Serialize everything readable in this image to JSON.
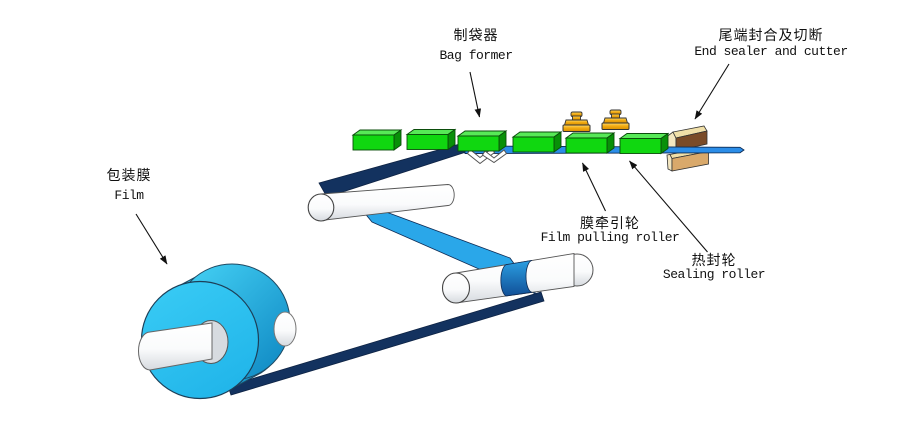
{
  "diagram": {
    "type": "pillow-packaging-machine-schematic",
    "labels": {
      "film": {
        "zh": "包装膜",
        "en": "Film"
      },
      "bag_former": {
        "zh": "制袋器",
        "en": "Bag former"
      },
      "film_pulling_roller": {
        "zh": "膜牵引轮",
        "en": "Film pulling roller"
      },
      "sealing_roller": {
        "zh": "热封轮",
        "en": "Sealing roller"
      },
      "end_sealer": {
        "zh": "尾端封合及切断",
        "en": "End sealer and cutter"
      }
    },
    "palette": {
      "film_roll_face": "#2EC3F2",
      "film_roll_side": "#0C84C0",
      "film_web_dark": "#13325F",
      "film_web_light": "#2AA7E9",
      "film_web_flat": "#2B8DE8",
      "roller_green": "#10D710",
      "roller_green_light": "#57E957",
      "roller_green_dark": "#089008",
      "presser_gold": "#F0A80A",
      "sealer_tan": "#D9A96B",
      "sealer_tan_light": "#F0DFA8",
      "sealer_shadow": "#7A4B28",
      "roller_white": "#FFFFFF",
      "outline": "#333333",
      "label_text": "#111111"
    }
  }
}
